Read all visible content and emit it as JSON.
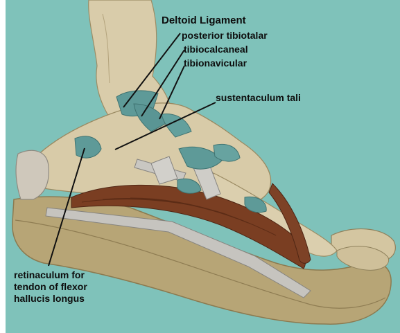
{
  "labels": {
    "deltoid_ligament": "Deltoid Ligament",
    "posterior_tibiotalar": "posterior tibiotalar",
    "tibiocalcaneal": "tibiocalcaneal",
    "tibionavicular": "tibionavicular",
    "sustentaculum_tali": "sustentaculum tali",
    "retinaculum_line1": "retinaculum for",
    "retinaculum_line2": "tendon of flexor",
    "retinaculum_line3": "hallucis longus"
  },
  "colors": {
    "background": "#7fc2ba",
    "bone": "#d8cba8",
    "ligament": "#5e9a98",
    "muscle": "#7a3e22",
    "tendon": "#c9c7c2",
    "sole": "#b7a576"
  }
}
